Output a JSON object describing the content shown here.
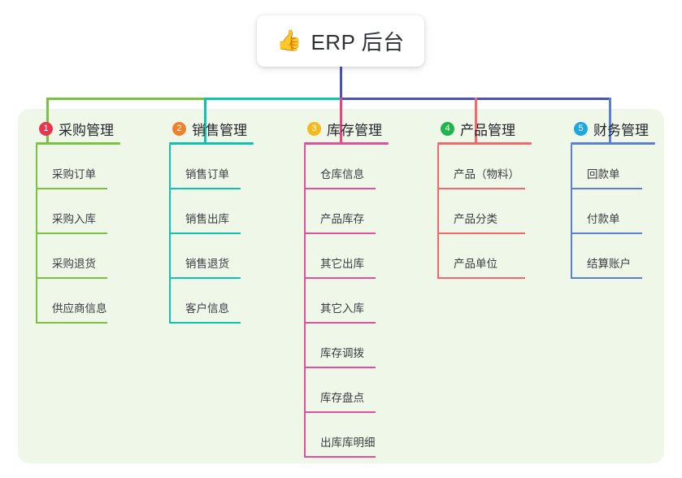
{
  "root": {
    "emoji": "👍",
    "emoji_name": "thumbs-up-icon",
    "title": "ERP 后台"
  },
  "palette": {
    "panel_bg": "#eff7e9",
    "page_bg": "#ffffff",
    "root_stem": "#4a52b5",
    "text": "#3a3d42",
    "title_text": "#2f3136"
  },
  "bus": {
    "segments": [
      {
        "name": "purchase-bus-segment",
        "color": "#7cc242"
      },
      {
        "name": "sales-bus-segment",
        "color": "#12c2b0"
      },
      {
        "name": "right-bus-segment",
        "color": "#4a52b5"
      }
    ]
  },
  "columns": [
    {
      "index": "1",
      "title": "采购管理",
      "badge_color": "#e8364f",
      "line_color": "#7cc242",
      "drop_color": "#7cc242",
      "items": [
        "采购订单",
        "采购入库",
        "采购退货",
        "供应商信息"
      ]
    },
    {
      "index": "2",
      "title": "销售管理",
      "badge_color": "#f0802c",
      "line_color": "#12c2b0",
      "drop_color": "#12c2b0",
      "items": [
        "销售订单",
        "销售出库",
        "销售退货",
        "客户信息"
      ]
    },
    {
      "index": "3",
      "title": "库存管理",
      "badge_color": "#f5b91c",
      "line_color": "#e0519a",
      "drop_color": "#e8447f",
      "items": [
        "仓库信息",
        "产品库存",
        "其它出库",
        "其它入库",
        "库存调拨",
        "库存盘点",
        "出库库明细"
      ]
    },
    {
      "index": "4",
      "title": "产品管理",
      "badge_color": "#21b34c",
      "line_color": "#f4686b",
      "drop_color": "#f4686b",
      "items": [
        "产品（物料）",
        "产品分类",
        "产品单位"
      ]
    },
    {
      "index": "5",
      "title": "财务管理",
      "badge_color": "#1fa6e0",
      "line_color": "#5b7fd4",
      "drop_color": "#5b7fd4",
      "items": [
        "回款单",
        "付款单",
        "结算账户"
      ]
    }
  ]
}
